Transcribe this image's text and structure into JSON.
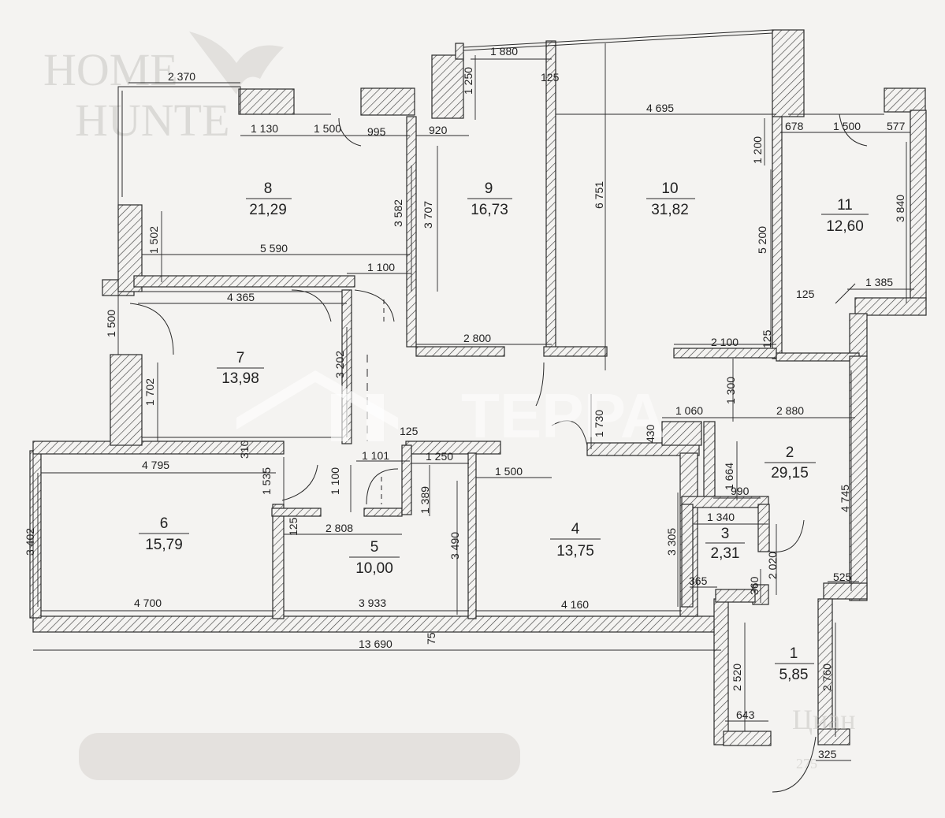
{
  "watermark": {
    "line1": "HOME",
    "line2": "HUNTE",
    "brand": "ТЕРРА",
    "corner": "Циан",
    "corner_id": "275"
  },
  "rooms": [
    {
      "id": "1",
      "num": "1",
      "area": "5,85"
    },
    {
      "id": "2",
      "num": "2",
      "area": "29,15"
    },
    {
      "id": "3",
      "num": "3",
      "area": "2,31"
    },
    {
      "id": "4",
      "num": "4",
      "area": "13,75"
    },
    {
      "id": "5",
      "num": "5",
      "area": "10,00"
    },
    {
      "id": "6",
      "num": "6",
      "area": "15,79"
    },
    {
      "id": "7",
      "num": "7",
      "area": "13,98"
    },
    {
      "id": "8",
      "num": "8",
      "area": "21,29"
    },
    {
      "id": "9",
      "num": "9",
      "area": "16,73"
    },
    {
      "id": "10",
      "num": "10",
      "area": "31,82"
    },
    {
      "id": "11",
      "num": "11",
      "area": "12,60"
    }
  ],
  "dimensions": [
    "2 370",
    "1 130",
    "1 500",
    "995",
    "920",
    "1 880",
    "1 250",
    "125",
    "4 695",
    "678",
    "1 500",
    "577",
    "1 200",
    "3 582",
    "3 707",
    "6 751",
    "5 200",
    "3 840",
    "1 502",
    "5 590",
    "1 100",
    "1 385",
    "125",
    "4 365",
    "1 500",
    "2 800",
    "2 100",
    "125",
    "3 202",
    "1 702",
    "1 730",
    "1 300",
    "1 060",
    "2 880",
    "310",
    "125",
    "1 101",
    "1 250",
    "430",
    "4 795",
    "1 535",
    "1 100",
    "1 500",
    "1 664",
    "4 745",
    "1 389",
    "990",
    "1 340",
    "3 402",
    "2 808",
    "3 490",
    "3 305",
    "2 020",
    "125",
    "365",
    "360",
    "525",
    "4 700",
    "3 933",
    "4 160",
    "75",
    "13 690",
    "2 520",
    "2 760",
    "643",
    "325"
  ]
}
